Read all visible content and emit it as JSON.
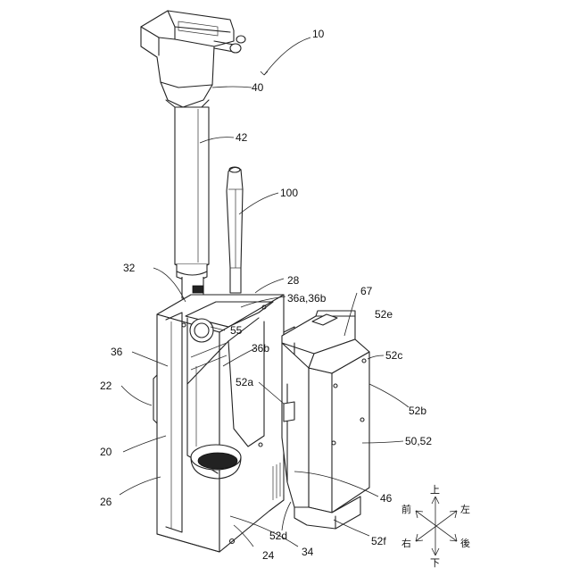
{
  "labels": {
    "l10": "10",
    "l40": "40",
    "l42": "42",
    "l100": "100",
    "l32": "32",
    "l28": "28",
    "l36a36b": "36a,36b",
    "l67": "67",
    "l52e": "52e",
    "l55": "55",
    "l36": "36",
    "l36b": "36b",
    "l52c": "52c",
    "l22": "22",
    "l52a": "52a",
    "l52b": "52b",
    "l20": "20",
    "l5052": "50,52",
    "l26": "26",
    "l46": "46",
    "l52d": "52d",
    "l34": "34",
    "l24": "24",
    "l52f": "52f"
  },
  "directions": {
    "up": "上",
    "down": "下",
    "front": "前",
    "back": "後",
    "left": "左",
    "right": "右"
  }
}
